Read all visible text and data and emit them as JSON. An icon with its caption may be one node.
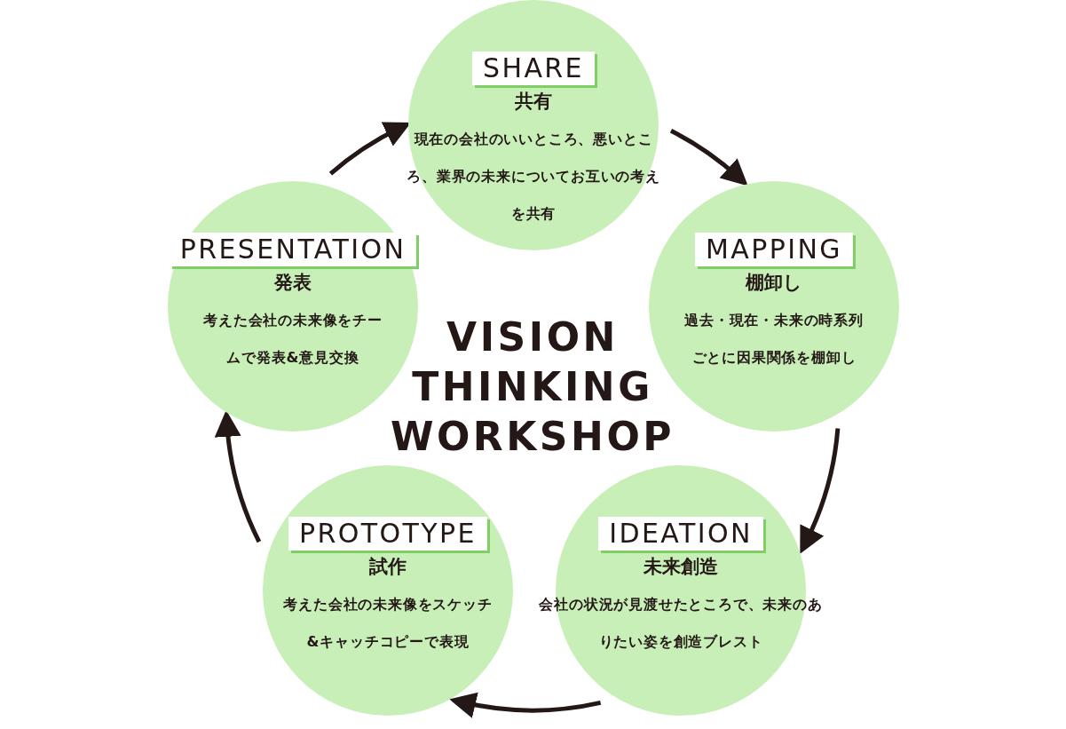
{
  "diagram": {
    "title": "VISION THINKING WORKSHOP",
    "nodes": [
      {
        "text": [
          "SHARE",
          "共有",
          "現在の会社のいいところ、悪いところ、業界の未来についてお互いの考えを共有"
        ]
      },
      {
        "text": [
          "MAPPING",
          "棚卸し",
          "過去・現在・未来の時系列ごとに因果関係を棚卸し"
        ]
      },
      {
        "text": [
          "IDEATION",
          "未来創造",
          "会社の状況が見渡せたところで、未来のありたい姿を創造ブレスト"
        ]
      },
      {
        "text": [
          "PROTOTYPE",
          "試作",
          "考えた会社の未来像をスケッチ&キャッチコピーで表現"
        ]
      },
      {
        "text": [
          "PRESENTATION",
          "発表",
          "考えた会社の未来像をチームで発表&意見交換"
        ]
      }
    ],
    "edges": [
      {
        "from": 0,
        "to": 1,
        "arrow": "to"
      },
      {
        "from": 1,
        "to": 2,
        "arrow": "to"
      },
      {
        "from": 2,
        "to": 3,
        "arrow": "to"
      },
      {
        "from": 3,
        "to": 4,
        "arrow": "to"
      },
      {
        "from": 4,
        "to": 0,
        "arrow": "to"
      }
    ]
  }
}
